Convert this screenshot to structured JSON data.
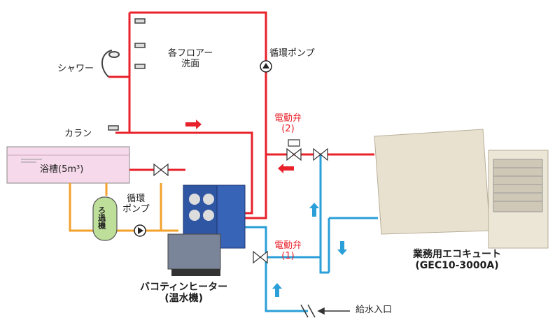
{
  "labels": {
    "shower": "シャワー",
    "faucets": "各フロアー\n洗面",
    "pump_top": "循環ポンプ",
    "tap": "カラン",
    "valve2": "電動弁\n(2)",
    "tub": "浴槽(5m³)",
    "filter": "ろ過機",
    "pump_left": "循環\nポンプ",
    "valve1": "電動弁\n(1)",
    "heater": "バコティンヒーター\n(温水機)",
    "ecocute": "業務用エコキュート\n(GEC10-3000A)",
    "water_inlet": "給水入口"
  },
  "colors": {
    "hot": "#e8212a",
    "cold": "#2a9fd8",
    "loop": "#f3a12b",
    "tub": "#f6d9ea",
    "filter": "#bedf9a",
    "unit": "#e9e1cf"
  }
}
